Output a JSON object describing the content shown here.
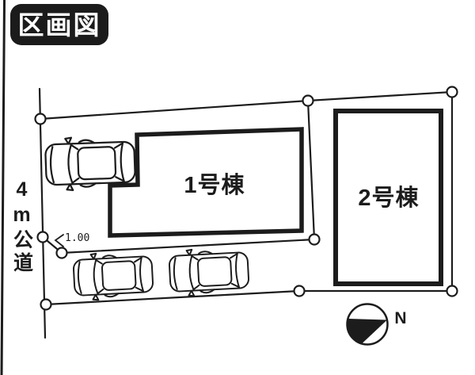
{
  "colors": {
    "background": "#ffffff",
    "line": "#1c1c1c",
    "badge_background": "#1b1b1b",
    "badge_text": "#ffffff"
  },
  "title_badge": {
    "text": "区画図"
  },
  "site_plan": {
    "road_label": "4m公道",
    "setback_dimension": "1.00",
    "buildings": [
      {
        "label": "1号棟"
      },
      {
        "label": "2号棟"
      }
    ],
    "compass": {
      "label": "N"
    }
  }
}
